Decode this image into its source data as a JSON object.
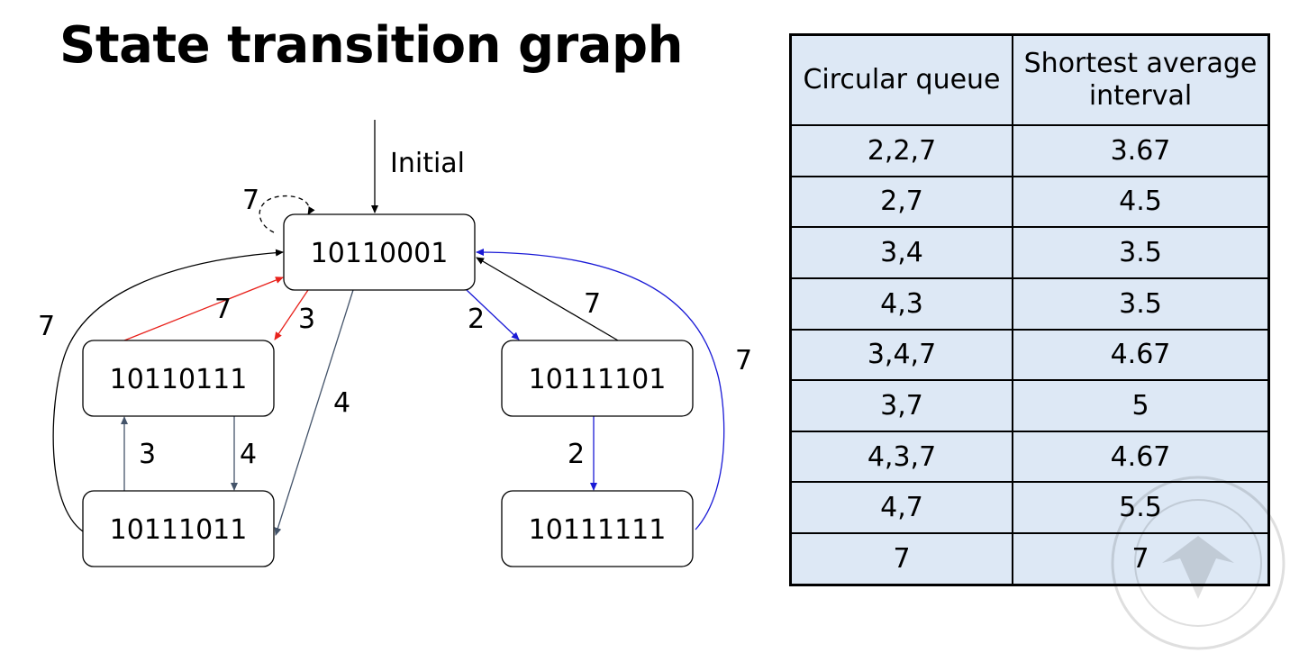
{
  "title": "State transition graph",
  "graph": {
    "initial_label": "Initial",
    "nodes": {
      "n0": "10110001",
      "n1": "10110111",
      "n2": "10111101",
      "n3": "10111011",
      "n4": "10111111"
    },
    "edge_labels": {
      "self_loop": "7",
      "n3_to_n0": "7",
      "n1_to_n0": "7",
      "n0_to_n1": "3",
      "n0_to_n2": "2",
      "n2_to_n0": "7",
      "n4_to_n0": "7",
      "n0_to_n3": "4",
      "n3_to_n1": "3",
      "n1_to_n3": "4",
      "n2_to_n4": "2"
    },
    "colors": {
      "black": "#000000",
      "red": "#e8221c",
      "blue": "#1a1ad6",
      "slate": "#44546a"
    }
  },
  "table": {
    "headers": [
      "Circular queue",
      "Shortest average interval"
    ],
    "rows": [
      [
        "2,2,7",
        "3.67"
      ],
      [
        "2,7",
        "4.5"
      ],
      [
        "3,4",
        "3.5"
      ],
      [
        "4,3",
        "3.5"
      ],
      [
        "3,4,7",
        "4.67"
      ],
      [
        "3,7",
        "5"
      ],
      [
        "4,3,7",
        "4.67"
      ],
      [
        "4,7",
        "5.5"
      ],
      [
        "7",
        "7"
      ]
    ]
  }
}
